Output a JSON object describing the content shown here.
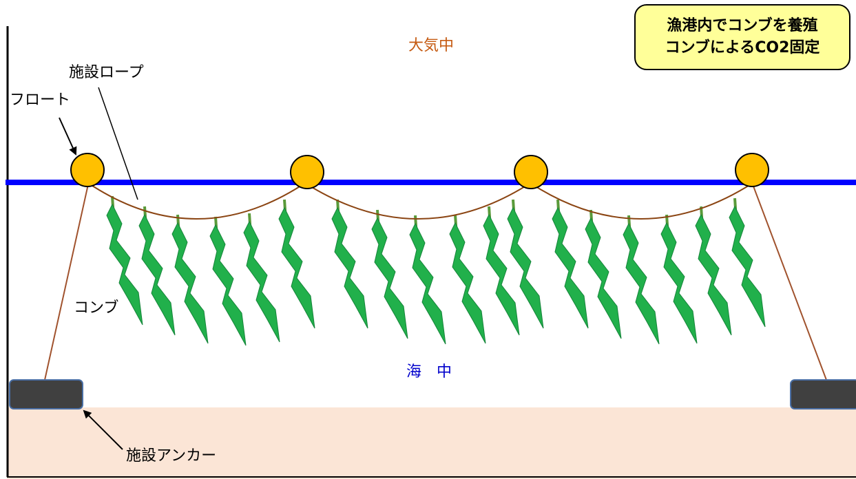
{
  "callout": {
    "line1": "漁港内でコンブを養殖",
    "line2": "コンブによるCO2固定"
  },
  "labels": {
    "atmosphere": "大気中",
    "sea": "海　中",
    "rope": "施設ロープ",
    "float": "フロート",
    "kelp": "コンブ",
    "anchor": "施設アンカー"
  },
  "colors": {
    "sea_surface": "#0000ff",
    "float": "#ffc000",
    "rope": "#8b4513",
    "kelp": "#21b04b",
    "kelp_stem": "#5a9a3a",
    "seabed": "#fbe5d6",
    "anchor": "#404040",
    "atmosphere_text": "#c55a11",
    "sea_text": "#0000cc",
    "callout_bg": "#ffff99"
  }
}
